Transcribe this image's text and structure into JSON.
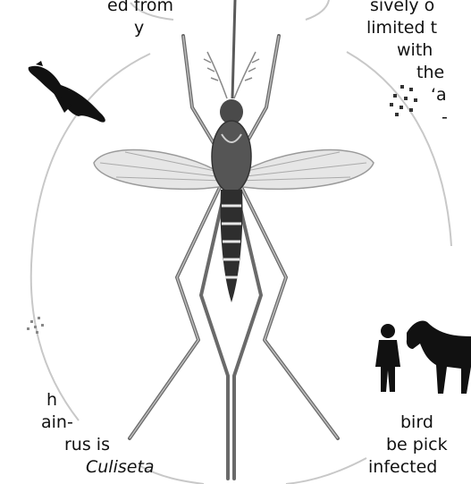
{
  "text_left_top": [
    "ed from",
    "y"
  ],
  "text_right_top": [
    "sively o",
    "limited t",
    "with",
    "the",
    "‘a",
    "-"
  ],
  "text_left_bottom": [
    "h",
    "ain-",
    "rus is",
    "Culiseta"
  ],
  "text_right_bottom": [
    "bird",
    "be pick",
    "infected"
  ],
  "colors": {
    "ink": "#111111",
    "ring": "#c8c8c8",
    "body": "#3a3a3a",
    "wing": "#9a9a9a"
  },
  "icons": [
    "mosquito-icon",
    "bird-icon",
    "human-icon",
    "horse-icon",
    "virus-particles-icon"
  ]
}
